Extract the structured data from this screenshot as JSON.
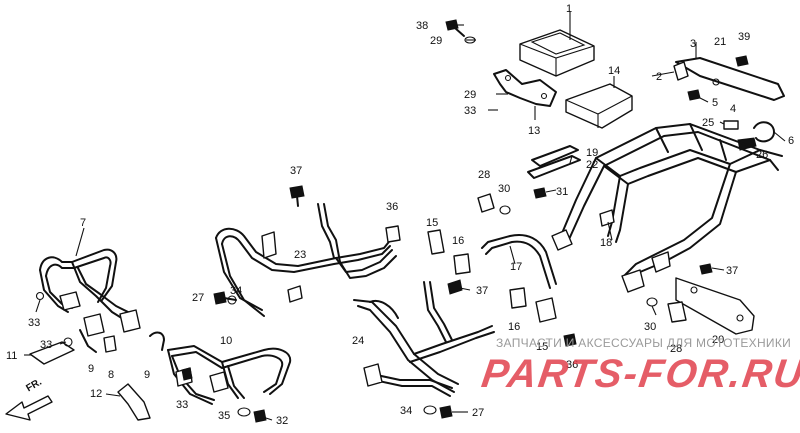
{
  "diagram": {
    "direction_label": "FR.",
    "watermark_text": "ЗАПЧАСТИ И АКСЕССУАРЫ ДЛЯ МОТОТЕХНИКИ",
    "watermark_logo": "PARTS-FOR.RU",
    "callouts": [
      {
        "id": "c1",
        "text": "1"
      },
      {
        "id": "c2",
        "text": "2"
      },
      {
        "id": "c3",
        "text": "3"
      },
      {
        "id": "c4",
        "text": "4"
      },
      {
        "id": "c5",
        "text": "5"
      },
      {
        "id": "c6",
        "text": "6"
      },
      {
        "id": "c7",
        "text": "7"
      },
      {
        "id": "c8",
        "text": "8"
      },
      {
        "id": "c9a",
        "text": "9"
      },
      {
        "id": "c9b",
        "text": "9"
      },
      {
        "id": "c10",
        "text": "10"
      },
      {
        "id": "c11",
        "text": "11"
      },
      {
        "id": "c12",
        "text": "12"
      },
      {
        "id": "c13",
        "text": "13"
      },
      {
        "id": "c14",
        "text": "14"
      },
      {
        "id": "c15a",
        "text": "15"
      },
      {
        "id": "c15b",
        "text": "15"
      },
      {
        "id": "c16a",
        "text": "16"
      },
      {
        "id": "c16b",
        "text": "16"
      },
      {
        "id": "c17",
        "text": "17"
      },
      {
        "id": "c18",
        "text": "18"
      },
      {
        "id": "c19",
        "text": "19"
      },
      {
        "id": "c20",
        "text": "20"
      },
      {
        "id": "c21",
        "text": "21"
      },
      {
        "id": "c22",
        "text": "22"
      },
      {
        "id": "c23",
        "text": "23"
      },
      {
        "id": "c24",
        "text": "24"
      },
      {
        "id": "c25",
        "text": "25"
      },
      {
        "id": "c26",
        "text": "26"
      },
      {
        "id": "c27a",
        "text": "27"
      },
      {
        "id": "c27b",
        "text": "27"
      },
      {
        "id": "c28a",
        "text": "28"
      },
      {
        "id": "c28b",
        "text": "28"
      },
      {
        "id": "c29a",
        "text": "29"
      },
      {
        "id": "c29b",
        "text": "29"
      },
      {
        "id": "c30a",
        "text": "30"
      },
      {
        "id": "c30b",
        "text": "30"
      },
      {
        "id": "c31",
        "text": "31"
      },
      {
        "id": "c32",
        "text": "32"
      },
      {
        "id": "c33a",
        "text": "33"
      },
      {
        "id": "c33b",
        "text": "33"
      },
      {
        "id": "c33c",
        "text": "33"
      },
      {
        "id": "c33d",
        "text": "33"
      },
      {
        "id": "c34a",
        "text": "34"
      },
      {
        "id": "c34b",
        "text": "34"
      },
      {
        "id": "c35",
        "text": "35"
      },
      {
        "id": "c36a",
        "text": "36"
      },
      {
        "id": "c36b",
        "text": "36"
      },
      {
        "id": "c37a",
        "text": "37"
      },
      {
        "id": "c37b",
        "text": "37"
      },
      {
        "id": "c37c",
        "text": "37"
      },
      {
        "id": "c38",
        "text": "38"
      },
      {
        "id": "c39",
        "text": "39"
      }
    ]
  }
}
